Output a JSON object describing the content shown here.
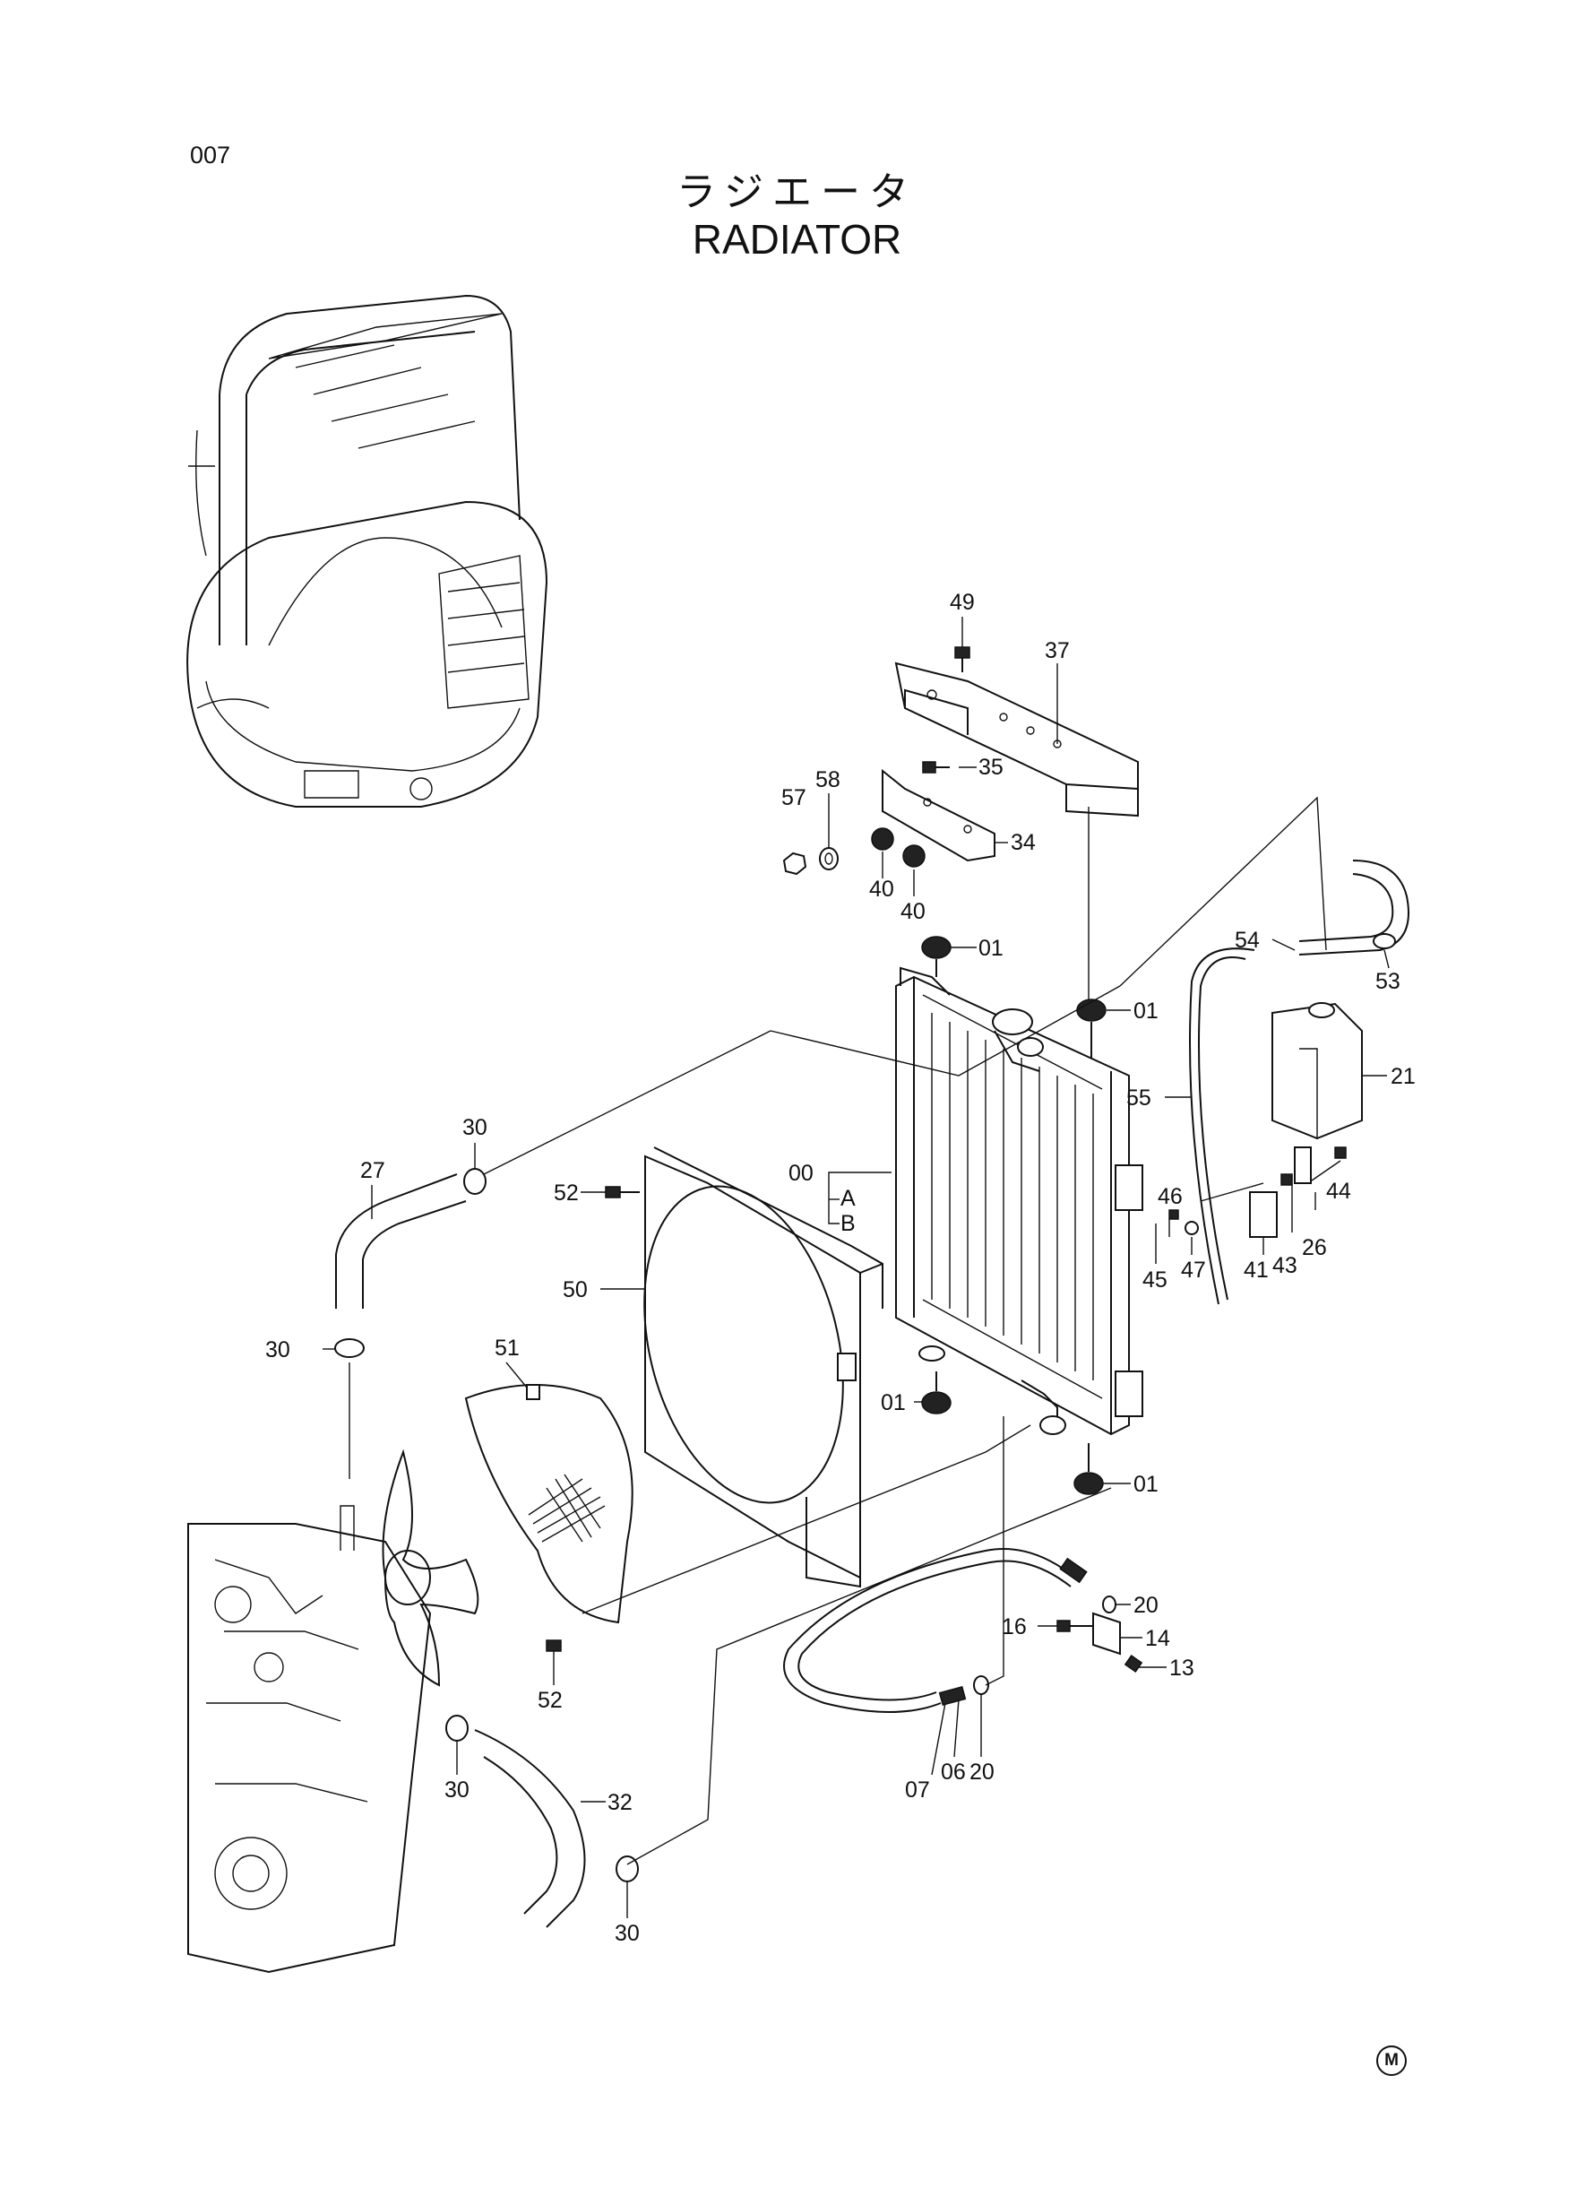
{
  "header": {
    "page_number": "007",
    "title_jp": "ラジエータ",
    "title_en": "RADIATOR"
  },
  "callouts": [
    {
      "id": "c49",
      "label": "49"
    },
    {
      "id": "c37",
      "label": "37"
    },
    {
      "id": "c58",
      "label": "58"
    },
    {
      "id": "c35",
      "label": "35"
    },
    {
      "id": "c57",
      "label": "57"
    },
    {
      "id": "c34",
      "label": "34"
    },
    {
      "id": "c40a",
      "label": "40"
    },
    {
      "id": "c40b",
      "label": "40"
    },
    {
      "id": "c01a",
      "label": "01"
    },
    {
      "id": "c01b",
      "label": "01"
    },
    {
      "id": "c54",
      "label": "54"
    },
    {
      "id": "c53",
      "label": "53"
    },
    {
      "id": "c55",
      "label": "55"
    },
    {
      "id": "c21",
      "label": "21"
    },
    {
      "id": "c30a",
      "label": "30"
    },
    {
      "id": "c27",
      "label": "27"
    },
    {
      "id": "c52a",
      "label": "52"
    },
    {
      "id": "c00",
      "label": "00"
    },
    {
      "id": "cA",
      "label": "A"
    },
    {
      "id": "cB",
      "label": "B"
    },
    {
      "id": "c44",
      "label": "44"
    },
    {
      "id": "c46",
      "label": "46"
    },
    {
      "id": "c26",
      "label": "26"
    },
    {
      "id": "c43",
      "label": "43"
    },
    {
      "id": "c47",
      "label": "47"
    },
    {
      "id": "c41",
      "label": "41"
    },
    {
      "id": "c45",
      "label": "45"
    },
    {
      "id": "c50",
      "label": "50"
    },
    {
      "id": "c30b",
      "label": "30"
    },
    {
      "id": "c51",
      "label": "51"
    },
    {
      "id": "c01c",
      "label": "01"
    },
    {
      "id": "c01d",
      "label": "01"
    },
    {
      "id": "c20a",
      "label": "20"
    },
    {
      "id": "c16",
      "label": "16"
    },
    {
      "id": "c14",
      "label": "14"
    },
    {
      "id": "c13",
      "label": "13"
    },
    {
      "id": "c52b",
      "label": "52"
    },
    {
      "id": "c30c",
      "label": "30"
    },
    {
      "id": "c32",
      "label": "32"
    },
    {
      "id": "c07",
      "label": "07"
    },
    {
      "id": "c06",
      "label": "06"
    },
    {
      "id": "c20b",
      "label": "20"
    },
    {
      "id": "c30d",
      "label": "30"
    }
  ],
  "footer_mark": "M"
}
